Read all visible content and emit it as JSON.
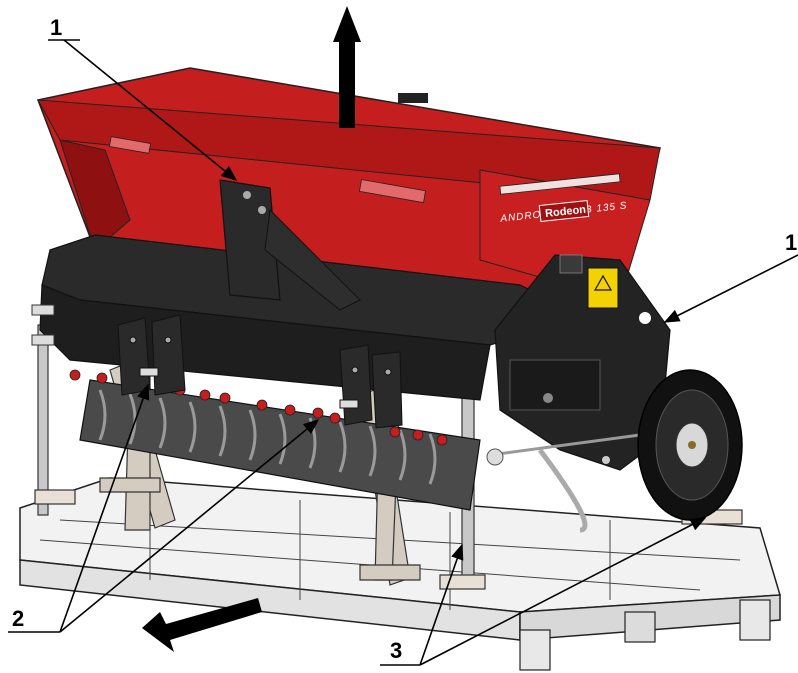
{
  "callouts": [
    {
      "id": "1a",
      "label": "1"
    },
    {
      "id": "1b",
      "label": "1"
    },
    {
      "id": "2",
      "label": "2"
    },
    {
      "id": "3",
      "label": "3"
    }
  ],
  "machine": {
    "brand": "Rodeon",
    "model": "ANDROMEDA SB 135 S"
  },
  "colors": {
    "hopper_red": "#c41e1e",
    "hopper_dark": "#8f1010",
    "frame_black": "#1e1e1e",
    "pallet": "#e8e8e8",
    "support": "#d4ccc0"
  }
}
